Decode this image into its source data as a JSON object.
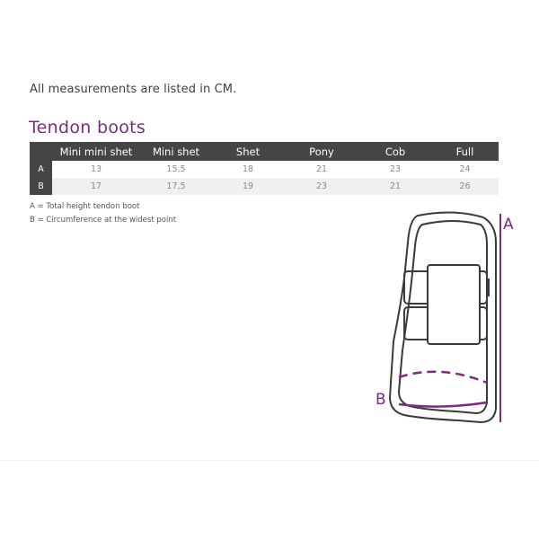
{
  "intro": "All measurements are listed in CM.",
  "title": "Tendon boots",
  "table": {
    "columns": [
      "",
      "Mini mini shet",
      "Mini shet",
      "Shet",
      "Pony",
      "Cob",
      "Full"
    ],
    "rows": [
      {
        "label": "A",
        "values": [
          "13",
          "15,5",
          "18",
          "21",
          "23",
          "24"
        ]
      },
      {
        "label": "B",
        "values": [
          "17",
          "17,5",
          "19",
          "23",
          "21",
          "26"
        ]
      }
    ]
  },
  "notes": {
    "a": "A = Total height tendon boot",
    "b": "B = Circumference at the widest point"
  },
  "diagram": {
    "label_a": "A",
    "label_b": "B",
    "outline_color": "#3a3a3a",
    "accent_color": "#7d2a83"
  }
}
